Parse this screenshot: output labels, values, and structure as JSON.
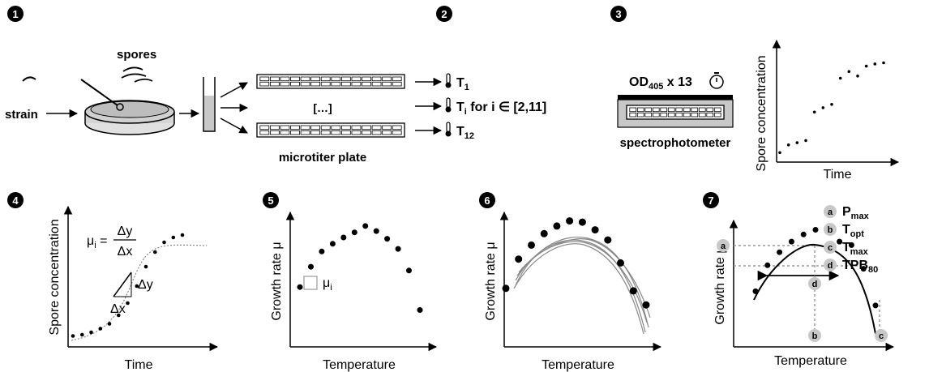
{
  "steps": [
    "1",
    "2",
    "3",
    "4",
    "5",
    "6",
    "7"
  ],
  "panel1": {
    "spores": "spores",
    "strain": "strain",
    "ellipsis": "[…]",
    "microtiter": "microtiter plate"
  },
  "panel2": {
    "t1": "T",
    "t1_sub": "1",
    "ti": "T",
    "ti_sub": "i",
    "ti_rest": " for i ∈ [2,11]",
    "t12": "T",
    "t12_sub": "12"
  },
  "panel3": {
    "od": "OD",
    "od_sub": "405",
    "od_rest": " x 13",
    "spectro": "spectrophotometer",
    "ylabel": "Spore concentration",
    "xlabel": "Time"
  },
  "panel4": {
    "ylabel": "Spore concentration",
    "xlabel": "Time",
    "mu": "μ",
    "mu_sub": "i",
    "eq": " =",
    "dy": "Δy",
    "dx": "Δx"
  },
  "panel5": {
    "ylabel": "Growth rate μ",
    "xlabel": "Temperature",
    "mu": "μ",
    "mu_sub": "i"
  },
  "panel6": {
    "ylabel": "Growth rate μ",
    "xlabel": "Temperature"
  },
  "panel7": {
    "ylabel": "Growth rate μ",
    "xlabel": "Temperature",
    "badges": [
      "a",
      "b",
      "c",
      "d"
    ],
    "legend": [
      {
        "key": "a",
        "text": "P",
        "sub": "max"
      },
      {
        "key": "b",
        "text": "T",
        "sub": "opt"
      },
      {
        "key": "c",
        "text": "T",
        "sub": "max"
      },
      {
        "key": "d",
        "text": "TPB",
        "sub": "80"
      }
    ]
  },
  "chart_data": [
    {
      "type": "scatter",
      "xlabel": "Time",
      "ylabel": "Spore concentration",
      "x": [
        1,
        2,
        3,
        4,
        5,
        6,
        7,
        8,
        9,
        10,
        11,
        12,
        13
      ],
      "y": [
        0.05,
        0.12,
        0.14,
        0.16,
        0.42,
        0.46,
        0.49,
        0.73,
        0.79,
        0.75,
        0.84,
        0.86,
        0.87
      ]
    },
    {
      "type": "scatter",
      "xlabel": "Time",
      "ylabel": "Spore concentration",
      "x": [
        1,
        2,
        3,
        4,
        5,
        6,
        7,
        8,
        9,
        10,
        11,
        12,
        13
      ],
      "y": [
        0.05,
        0.06,
        0.08,
        0.11,
        0.15,
        0.22,
        0.32,
        0.46,
        0.62,
        0.74,
        0.82,
        0.86,
        0.88
      ]
    },
    {
      "type": "scatter",
      "xlabel": "Temperature",
      "ylabel": "Growth rate μ",
      "x": [
        1,
        2,
        3,
        4,
        5,
        6,
        7,
        8,
        9,
        10,
        11,
        12
      ],
      "y": [
        0.47,
        0.63,
        0.75,
        0.81,
        0.86,
        0.9,
        0.95,
        0.91,
        0.85,
        0.77,
        0.6,
        0.29
      ]
    },
    {
      "type": "scatter",
      "xlabel": "Temperature",
      "ylabel": "Growth rate μ",
      "x": [
        1,
        2,
        3,
        4,
        5,
        6,
        7,
        8,
        9,
        10,
        11,
        12
      ],
      "y": [
        0.46,
        0.69,
        0.8,
        0.89,
        0.95,
        0.99,
        0.98,
        0.92,
        0.84,
        0.66,
        0.44,
        0.33
      ]
    },
    {
      "type": "scatter",
      "xlabel": "Temperature",
      "ylabel": "Growth rate μ",
      "x": [
        1,
        2,
        3,
        4,
        5,
        6,
        7,
        8,
        9,
        10,
        11
      ],
      "y": [
        0.47,
        0.69,
        0.8,
        0.89,
        0.95,
        0.99,
        0.98,
        0.89,
        0.86,
        0.66,
        0.35
      ]
    }
  ]
}
